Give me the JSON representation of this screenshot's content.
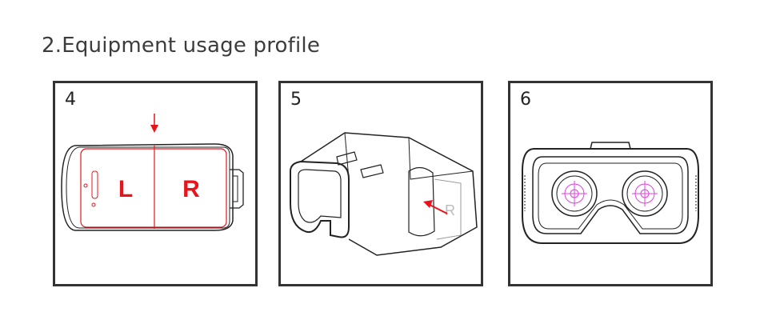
{
  "title": "2.Equipment usage profile",
  "panels": [
    {
      "number": "4",
      "labels": {
        "left": "L",
        "right": "R"
      }
    },
    {
      "number": "5",
      "labels": {
        "slot": "R"
      }
    },
    {
      "number": "6"
    }
  ],
  "colors": {
    "accent": "#e8141b",
    "crosshair": "#e040e0",
    "line": "#222222"
  }
}
